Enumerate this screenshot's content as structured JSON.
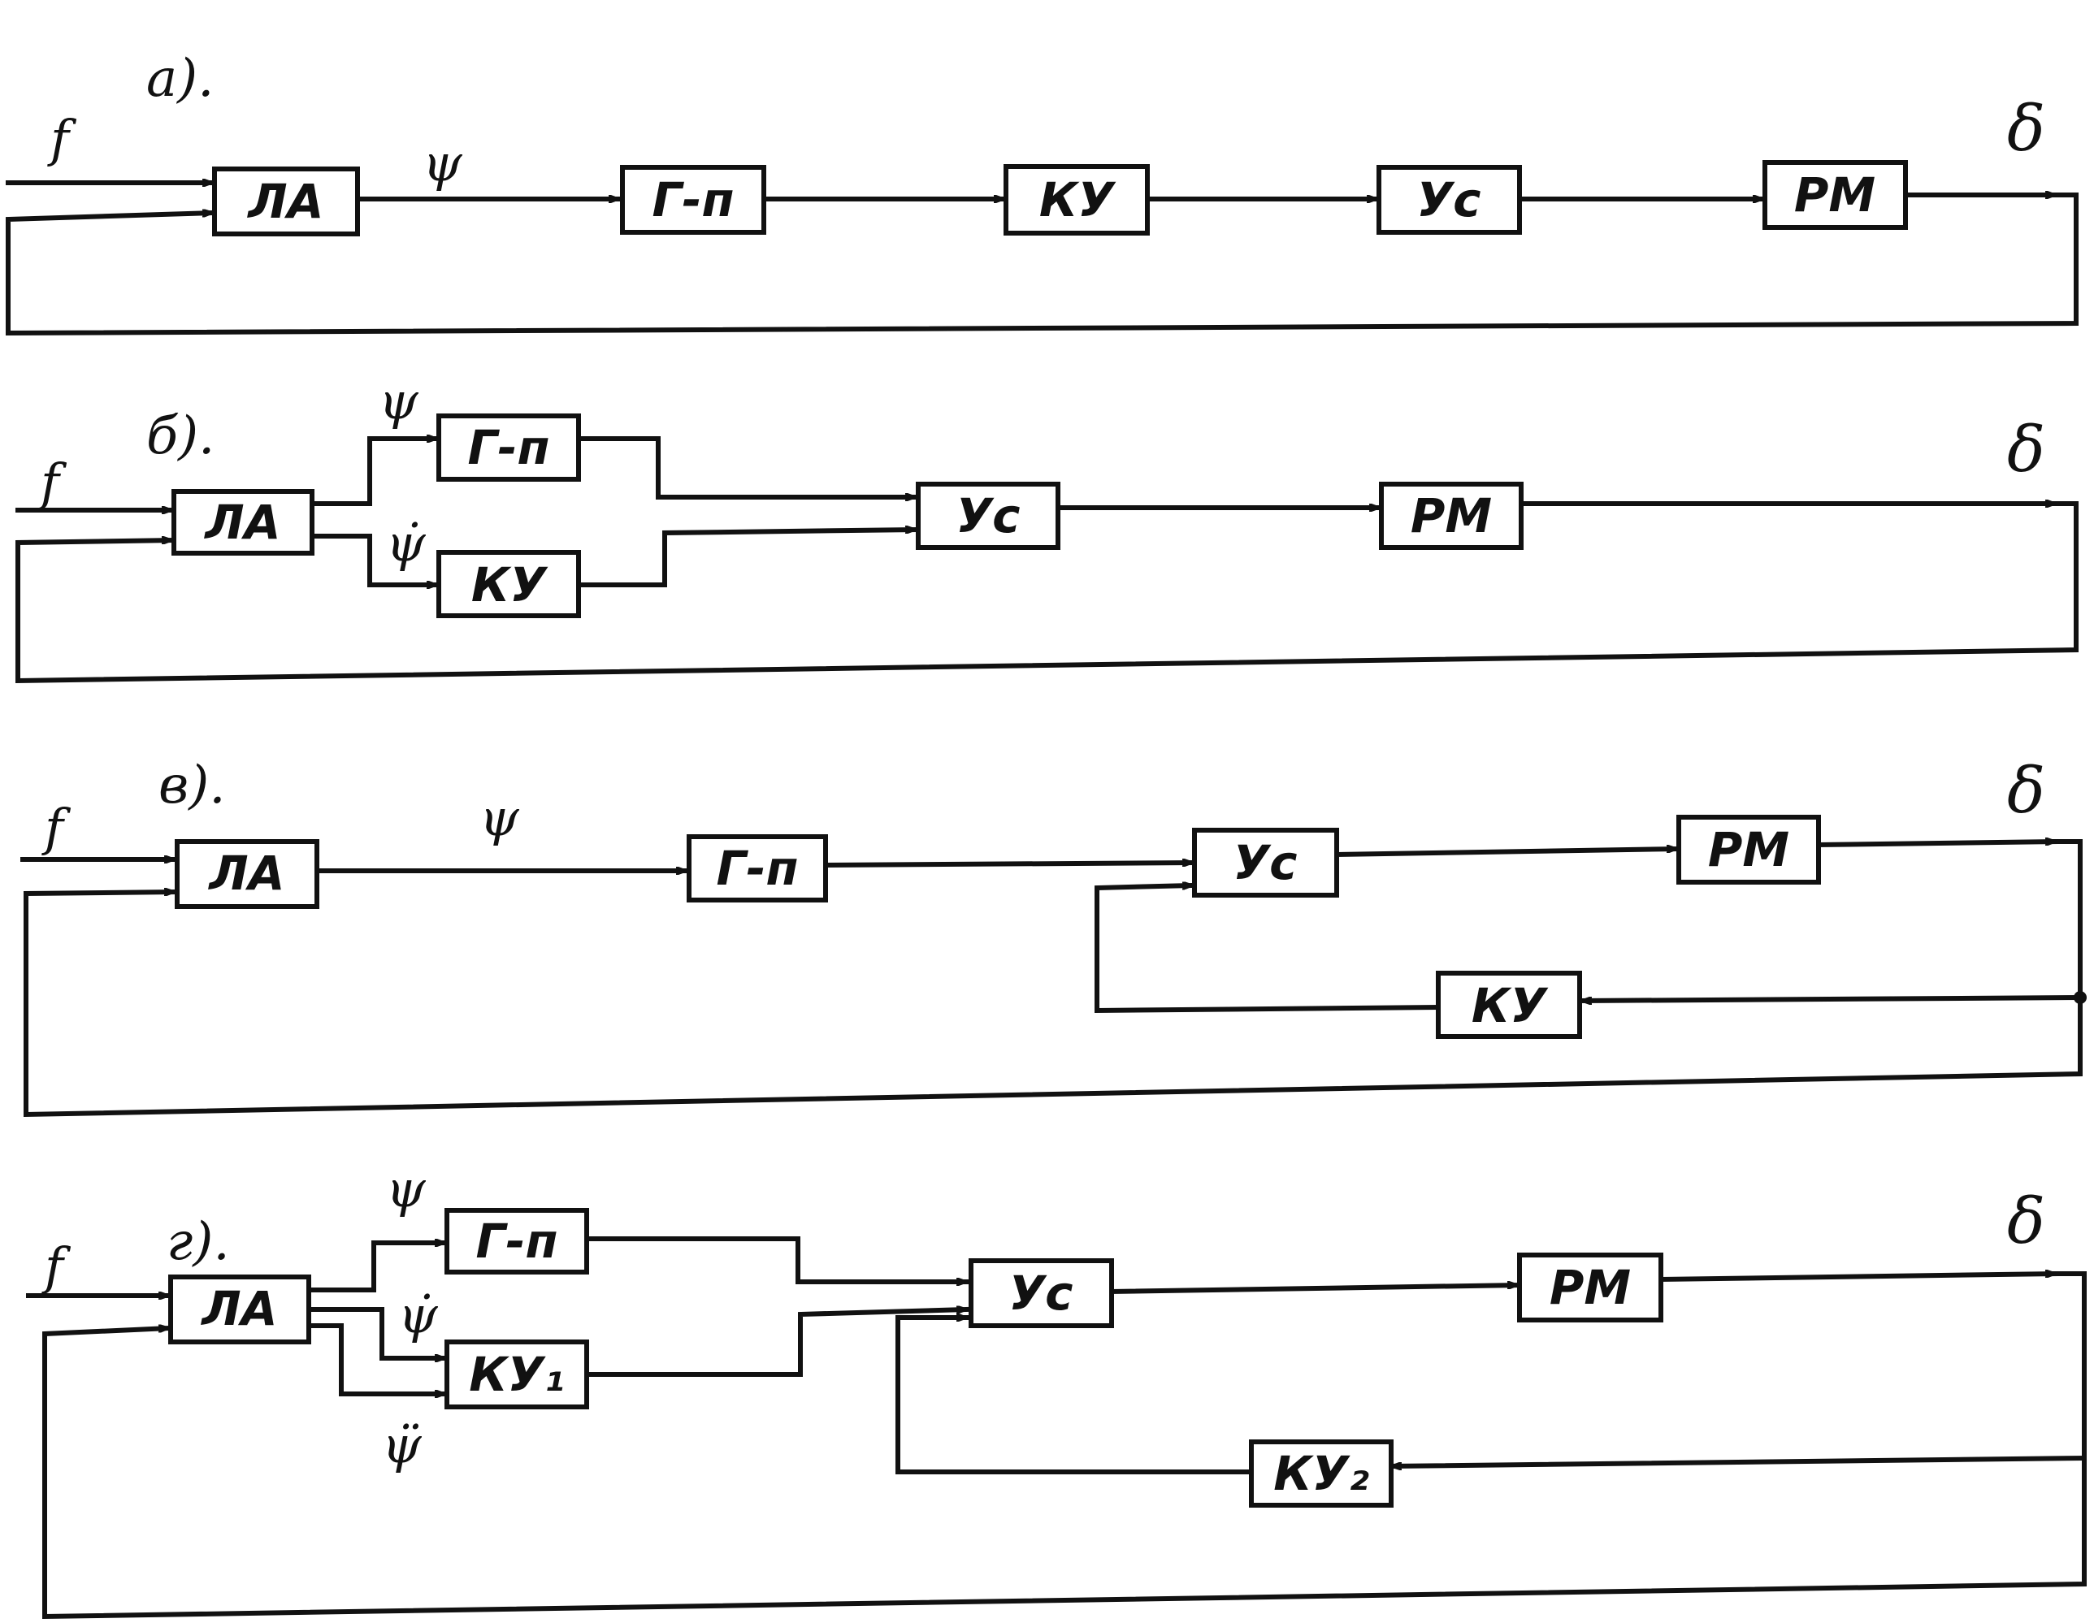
{
  "diagrams": [
    {
      "label": "а).",
      "input": "f",
      "output": "δ",
      "blocks": [
        "ЛА",
        "Г-п",
        "КУ",
        "Ус",
        "РМ"
      ],
      "signals": [
        "ψ"
      ]
    },
    {
      "label": "б).",
      "input": "f",
      "output": "δ",
      "blocks": [
        "ЛА",
        "Г-п",
        "КУ",
        "Ус",
        "РМ"
      ],
      "signals": [
        "ψ",
        "ψ̇"
      ]
    },
    {
      "label": "в).",
      "input": "f",
      "output": "δ",
      "blocks": [
        "ЛА",
        "Г-п",
        "Ус",
        "РМ",
        "КУ"
      ],
      "signals": [
        "ψ"
      ]
    },
    {
      "label": "г).",
      "input": "f",
      "output": "δ",
      "blocks": [
        "ЛА",
        "Г-п",
        "КУ₁",
        "Ус",
        "РМ",
        "КУ₂"
      ],
      "signals": [
        "ψ",
        "ψ̇",
        "ψ̈"
      ]
    }
  ]
}
